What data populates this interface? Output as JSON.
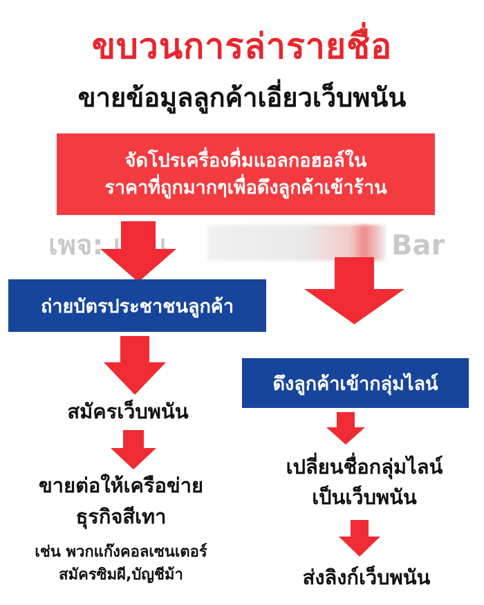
{
  "header": {
    "title": "ขบวนการล่ารายชื่อ",
    "subtitle": "ขายข้อมูลลูกค้าเอี่ยวเว็บพนัน"
  },
  "steps": {
    "promo_line1": "จัดโปรเครื่องดื่มแอลกอฮอล์ใน",
    "promo_line2": "ราคาที่ถูกมากๆเพื่อดึงลูกค้าเข้าร้าน",
    "photograph_id": "ถ่ายบัตรประชาชนลูกค้า",
    "register_site": "สมัครเว็บพนัน",
    "sell_line1": "ขายต่อให้เครือข่าย",
    "sell_line2": "ธุรกิจสีเทา",
    "example_line1": "เช่น พวกแก๊งคอลเซนเตอร์",
    "example_line2": "สมัครซิมผี,บัญชีม้า",
    "pull_to_line": "ดึงลูกค้าเข้ากลุ่มไลน์",
    "rename_line1": "เปลี่ยนชื่อกลุ่มไลน์",
    "rename_line2": "เป็นเว็บพนัน",
    "send_link": "ส่งลิงก์เว็บพนัน"
  },
  "watermark": {
    "left": "เพจ: แบน",
    "right": "Bar"
  },
  "colors": {
    "title_red": "#e8262c",
    "box_red": "#f33b40",
    "box_blue": "#17459b",
    "arrow_red": "#f02b33",
    "watermark_gray": "#c9c9c9"
  }
}
